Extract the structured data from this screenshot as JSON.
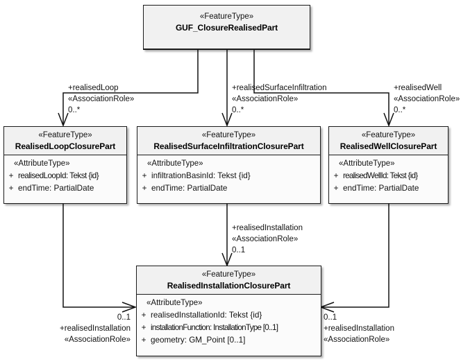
{
  "diagram": {
    "type": "uml-class-diagram",
    "stereotype_feature": "«FeatureType»",
    "stereotype_attribute": "«AttributeType»",
    "stereotype_assoc": "«AssociationRole»",
    "visibility_public": "+"
  },
  "classes": {
    "root": {
      "stereotype": "«FeatureType»",
      "name": "GUF_ClosureRealisedPart",
      "attributes": []
    },
    "loop": {
      "stereotype": "«FeatureType»",
      "name": "RealisedLoopClosurePart",
      "attr_stereotype": "«AttributeType»",
      "attributes": [
        {
          "visibility": "+",
          "text": "realisedLoopId: Tekst {id}"
        },
        {
          "visibility": "+",
          "text": "endTime: PartialDate"
        }
      ]
    },
    "surface": {
      "stereotype": "«FeatureType»",
      "name": "RealisedSurfaceInfiltrationClosurePart",
      "attr_stereotype": "«AttributeType»",
      "attributes": [
        {
          "visibility": "+",
          "text": "infiltrationBasinId: Tekst {id}"
        },
        {
          "visibility": "+",
          "text": "endTime: PartialDate"
        }
      ]
    },
    "well": {
      "stereotype": "«FeatureType»",
      "name": "RealisedWellClosurePart",
      "attr_stereotype": "«AttributeType»",
      "attributes": [
        {
          "visibility": "+",
          "text": "realisedWellId: Tekst {id}"
        },
        {
          "visibility": "+",
          "text": "endTime: PartialDate"
        }
      ]
    },
    "installation": {
      "stereotype": "«FeatureType»",
      "name": "RealisedInstallationClosurePart",
      "attr_stereotype": "«AttributeType»",
      "attributes": [
        {
          "visibility": "+",
          "text": "realisedInstallationId: Tekst {id}"
        },
        {
          "visibility": "+",
          "text": "installationFunction: InstallationType [0..1]"
        },
        {
          "visibility": "+",
          "text": "geometry: GM_Point [0..1]"
        }
      ]
    }
  },
  "associations": {
    "realised_loop": {
      "role": "+realisedLoop",
      "stereotype": "«AssociationRole»",
      "multiplicity": "0..*"
    },
    "realised_surface_infiltration": {
      "role": "+realisedSurfaceInfiltration",
      "stereotype": "«AssociationRole»",
      "multiplicity": "0..*"
    },
    "realised_well": {
      "role": "+realisedWell",
      "stereotype": "«AssociationRole»",
      "multiplicity": "0..*"
    },
    "realised_installation_mid": {
      "role": "+realisedInstallation",
      "stereotype": "«AssociationRole»",
      "multiplicity": "0..1"
    },
    "realised_installation_left": {
      "role": "+realisedInstallation",
      "stereotype": "«AssociationRole»",
      "multiplicity": "0..1"
    },
    "realised_installation_right": {
      "role": "+realisedInstallation",
      "stereotype": "«AssociationRole»",
      "multiplicity": "0..1"
    }
  }
}
